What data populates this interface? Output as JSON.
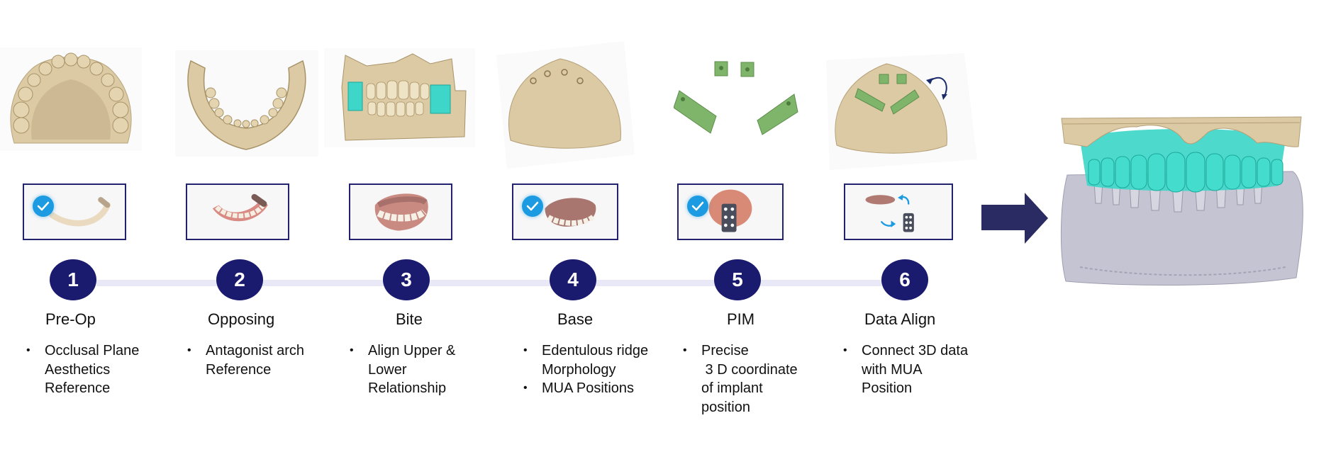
{
  "diagram": {
    "steps": [
      {
        "number": "1",
        "title": "Pre-Op",
        "bullets": [
          {
            "lines": [
              "Occlusal Plane",
              "Aesthetics",
              "Reference"
            ]
          }
        ],
        "model_image": "upper-arch-occlusal-view",
        "thumbnail": "upper-teeth-arch",
        "checked": true
      },
      {
        "number": "2",
        "title": "Opposing",
        "bullets": [
          {
            "lines": [
              "Antagonist arch",
              "Reference"
            ]
          }
        ],
        "model_image": "lower-arch-view",
        "thumbnail": "lower-denture",
        "checked": false
      },
      {
        "number": "3",
        "title": "Bite",
        "bullets": [
          {
            "lines": [
              "Align Upper &",
              "Lower",
              "Relationship"
            ]
          }
        ],
        "model_image": "bite-registration-model",
        "thumbnail": "full-denture-bite",
        "checked": false
      },
      {
        "number": "4",
        "title": "Base",
        "bullets": [
          {
            "lines": [
              "Edentulous ridge",
              "Morphology"
            ]
          },
          {
            "lines": [
              "MUA Positions"
            ]
          }
        ],
        "model_image": "edentulous-ridge-with-mua",
        "thumbnail": "upper-denture-base",
        "checked": true
      },
      {
        "number": "5",
        "title": "PIM",
        "bullets": [
          {
            "lines": [
              "Precise",
              " 3 D coordinate",
              "of implant",
              "position"
            ]
          }
        ],
        "model_image": "pim-scan-bodies",
        "thumbnail": "pim-scan-body",
        "checked": true
      },
      {
        "number": "6",
        "title": "Data Align",
        "bullets": [
          {
            "lines": [
              "Connect 3D data",
              "with MUA",
              "Position"
            ]
          }
        ],
        "model_image": "aligned-scan-bodies-on-ridge",
        "thumbnail": "data-align-icons",
        "checked": false
      }
    ],
    "result": {
      "model_image": "final-full-arch-prosthesis-design"
    },
    "colors": {
      "step_circle": "#1a1a6e",
      "track": "#e8e8f6",
      "card_border": "#22226e",
      "check_badge": "#1c9be2",
      "arrow": "#2b2b63",
      "model_beige": "#dccaa4",
      "model_teal": "#3ed6c8",
      "model_green": "#7fb56a",
      "model_gray": "#c4c4d2"
    }
  }
}
